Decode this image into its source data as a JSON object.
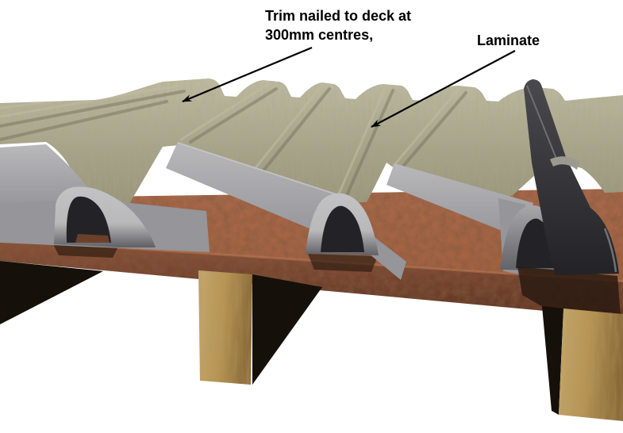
{
  "labels": {
    "trim": {
      "line1": "Trim nailed to deck at",
      "line2": "300mm centres,"
    },
    "laminate": {
      "text": "Laminate"
    }
  },
  "colors": {
    "background": "#ffffff",
    "text": "#000000",
    "laminate_base": "#a6a389",
    "laminate_light": "#bdbaa0",
    "laminate_dark": "#6f6c55",
    "trim_light": "#b9b9bb",
    "trim_mid": "#95959a",
    "trim_dark": "#5f5f64",
    "trim_darkest": "#232327",
    "deck_top": "#a2613f",
    "deck_top_dark": "#7c452c",
    "deck_face": "#8a5138",
    "deck_shadow": "#2a1a10",
    "joist_wood": "#b69455",
    "joist_wood_dark": "#8a6a38",
    "joist_shadow": "#15100a"
  }
}
